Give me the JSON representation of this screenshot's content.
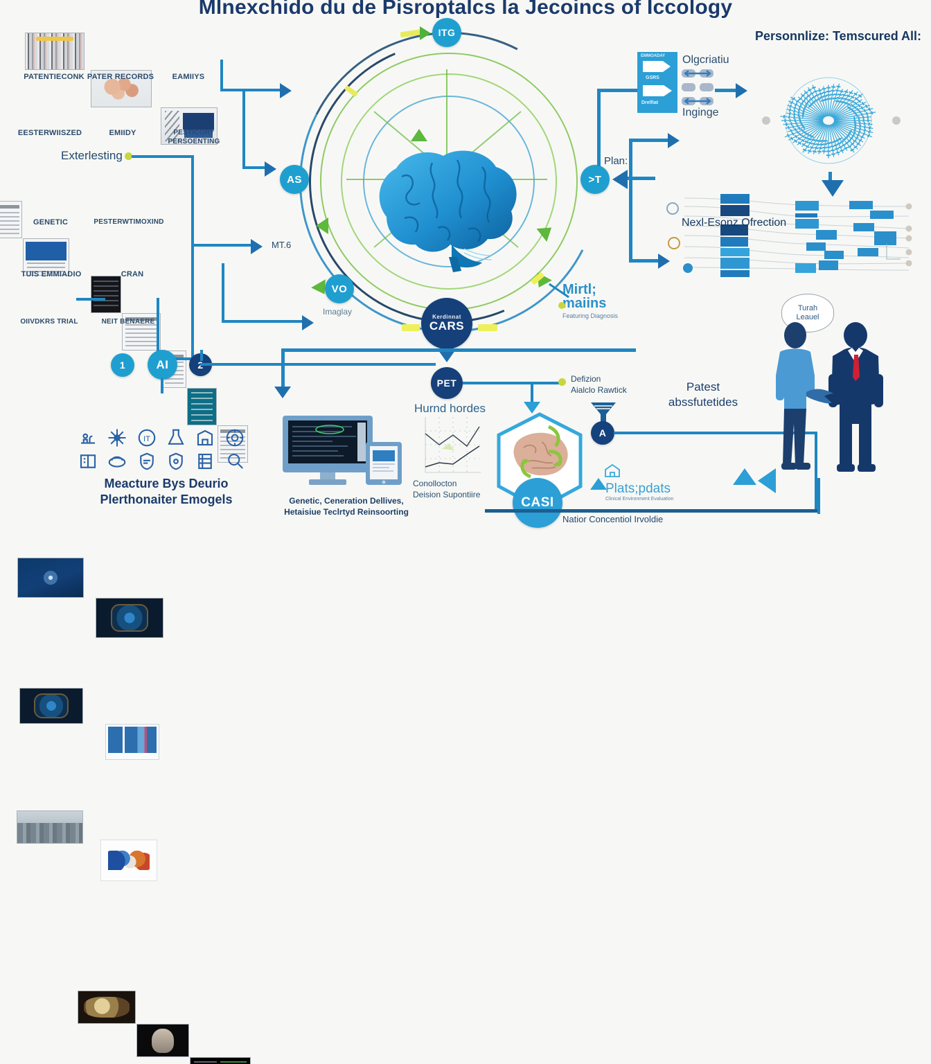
{
  "title": "Mlnexchido du de Pisroptalcs la Jecoincs of Iccology",
  "colors": {
    "background": "#f7f8f5",
    "title": "#1b3a6b",
    "primary_blue": "#1f86c2",
    "dark_navy": "#15407a",
    "cyan_node": "#1f9fd0",
    "green": "#6fbd44",
    "yellow": "#c8d63f",
    "text": "#22486f"
  },
  "left_column": {
    "top_row": [
      {
        "caption": "PATENTIECONK",
        "thumb": "barcode-thumbnail"
      },
      {
        "caption": "PATER RECORDS",
        "thumb": "brain-tissue-thumbnail"
      },
      {
        "caption": "EAMIIYS",
        "thumb": "dna-document-thumbnail"
      }
    ],
    "second_row": [
      {
        "caption": "EESTERWIISZED",
        "thumb": "blue-document-thumbnail"
      },
      {
        "caption": "EMIIDY",
        "thumb": "dark-document-thumbnail"
      },
      {
        "caption": "PESTICORY PERSOENTING",
        "thumb": "teal-poster-thumbnail"
      }
    ],
    "link_label": "Exterlesting",
    "third_row": [
      {
        "caption": "GENETIC",
        "thumb": "navy-scan-thumbnail"
      },
      {
        "caption": "PESTERWTIMOXIND",
        "thumb": "brain-scan-thumbnail"
      }
    ],
    "fourth_row": [
      {
        "caption": "TUIS EMMIADIO",
        "thumb": "brain-scan-dark-thumbnail"
      },
      {
        "caption": "CRAN",
        "thumb": "data-table-thumbnail"
      }
    ],
    "fifth_row": [
      {
        "caption": "OIIVDKRS TRIAL",
        "thumb": "city-photo-thumbnail"
      },
      {
        "caption": "NEIT BENAERE",
        "thumb": "molecule-thumbnail"
      }
    ]
  },
  "bottom_left_cluster": {
    "nodes": [
      {
        "label": "1",
        "name": "node-1"
      },
      {
        "label": "AI",
        "name": "node-ai"
      },
      {
        "label": "2",
        "name": "node-2"
      }
    ],
    "thumbs": [
      {
        "thumb": "tissue-sample-thumbnail"
      },
      {
        "thumb": "specimen-thumbnail"
      },
      {
        "thumb": "terminal-output-thumbnail"
      }
    ],
    "icons": [
      "microscope-icon",
      "snowflake-icon",
      "it-circle-icon",
      "flask-icon",
      "building-icon",
      "gear-circle-icon",
      "server-icon",
      "dish-icon",
      "shield-data-icon",
      "shield-lock-icon",
      "database-icon",
      "magnifier-icon"
    ],
    "caption_line1": "Meacture Bys Deurio",
    "caption_line2": "Plerthonaiter Emogels"
  },
  "center": {
    "hub_label": "Kerdinnat CARS",
    "nodes": [
      {
        "label": "ITG",
        "name": "node-itg"
      },
      {
        "label": "AS",
        "name": "node-as"
      },
      {
        "label": "VO",
        "name": "node-vo"
      },
      {
        "label": ">T",
        "name": "node-t"
      },
      {
        "label": "PET",
        "name": "node-pet"
      }
    ],
    "side_labels": [
      {
        "text": "MT.6",
        "name": "label-mt6"
      },
      {
        "text": "Imaglay",
        "name": "label-imaglay"
      },
      {
        "text": "Plan:",
        "name": "label-plan"
      }
    ],
    "right_callout": {
      "line1": "Mirtl;",
      "line2": "maiins",
      "sub": "Featuring Diagnosis"
    }
  },
  "bottom_center": {
    "monitor_caption_line1": "Genetic, Ceneration Dellives,",
    "monitor_caption_line2": "Hetaisiue Teclrtyd Reinsoorting",
    "chart_title": "Hurnd hordes",
    "chart_caption_line1": "Conollocton",
    "chart_caption_line2": "Deision Supontiire",
    "hex_node_label": "CASI",
    "platform_label": "Plats;pdats",
    "platform_sub": "Clinical Environment Evaluation",
    "bottom_bar_label": "Natior Concentiol Irvoldie",
    "decision_label_line1": "Defizion",
    "decision_label_line2": "Aialclo Rawtick"
  },
  "right_column": {
    "heading": "Personnlize: Temscured All:",
    "panel_labels": {
      "top": "EMMOADAY",
      "middle": "GSRS",
      "bottom": "Drelfiat"
    },
    "exchange_labels": {
      "top": "Olgcriatiu",
      "bottom": "Ingingе"
    },
    "sunburst_name": "radial-sunburst-chart",
    "sankey_label": "Nexl-Esonz Ofrection",
    "handshake": {
      "bubble_line1": "Turah",
      "bubble_line2": "Leauel",
      "caption_line1": "Patest",
      "caption_line2": "abssfutetides"
    }
  },
  "chart_data": {
    "type": "line",
    "title": "Hurnd hordes",
    "series": [
      {
        "name": "upper-trend",
        "values": [
          72,
          55,
          68,
          50,
          78
        ]
      },
      {
        "name": "lower-trend",
        "values": [
          12,
          20,
          18,
          34,
          46
        ]
      }
    ],
    "x": [
      1,
      2,
      3,
      4,
      5
    ],
    "grid": true,
    "legend": "none",
    "xlabel": "",
    "ylabel": ""
  }
}
